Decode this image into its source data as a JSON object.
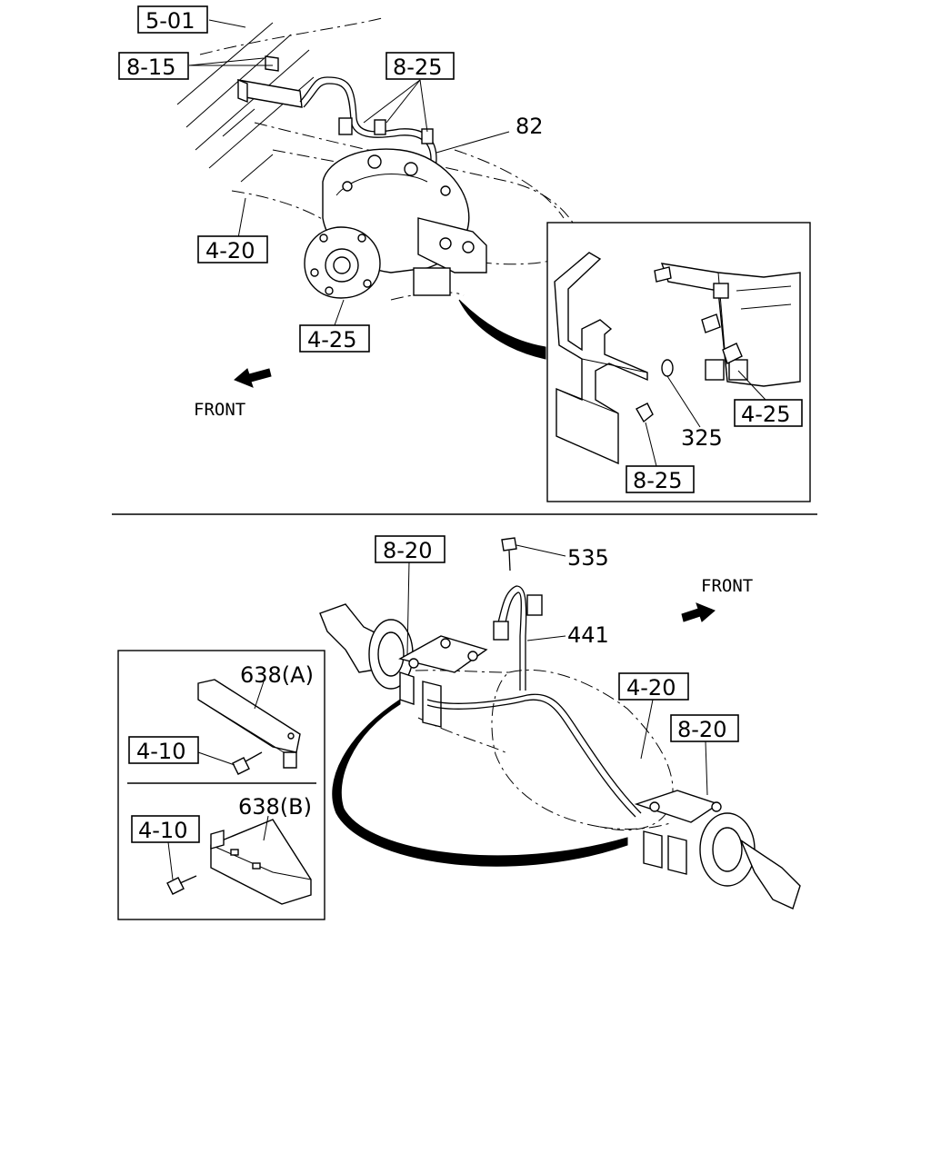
{
  "top_view": {
    "refs": {
      "r501": "5-01",
      "r815": "8-15",
      "r825a": "8-25",
      "r420": "4-20",
      "r425": "4-25"
    },
    "part_numbers": {
      "p82": "82"
    },
    "front_label": "FRONT"
  },
  "detail_view": {
    "refs": {
      "r425": "4-25",
      "r825": "8-25"
    },
    "part_numbers": {
      "p325": "325"
    }
  },
  "bottom_view": {
    "refs": {
      "r820a": "8-20",
      "r420": "4-20",
      "r820b": "8-20"
    },
    "part_numbers": {
      "p535": "535",
      "p441": "441"
    },
    "front_label": "FRONT"
  },
  "inset_view": {
    "refs": {
      "r410a": "4-10",
      "r410b": "4-10"
    },
    "part_numbers": {
      "p638a": "638(A)",
      "p638b": "638(B)"
    }
  }
}
